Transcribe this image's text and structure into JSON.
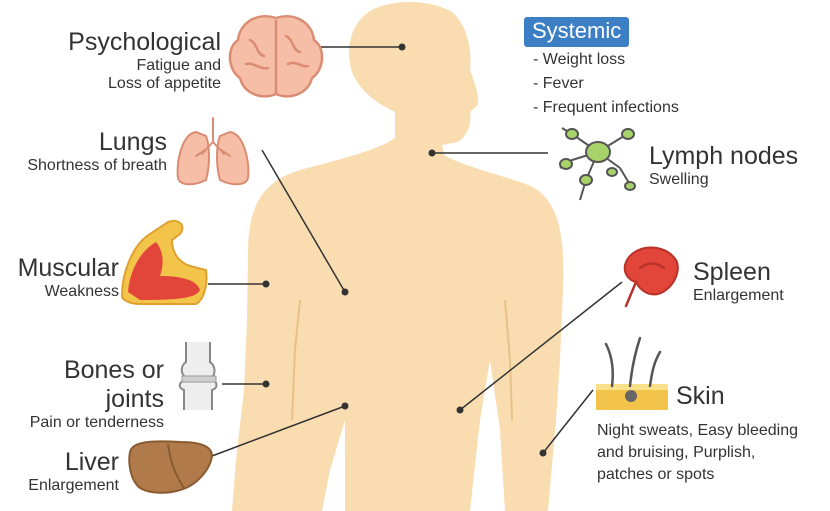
{
  "systemic": {
    "title": "Systemic",
    "items": [
      "- Weight loss",
      "- Fever",
      "- Frequent infections"
    ]
  },
  "labels": {
    "psychological": {
      "title": "Psychological",
      "lines": [
        "Fatigue and",
        "Loss of appetite"
      ]
    },
    "lungs": {
      "title": "Lungs",
      "lines": [
        "Shortness of breath"
      ]
    },
    "muscular": {
      "title": "Muscular",
      "lines": [
        "Weakness"
      ]
    },
    "bones": {
      "title": "Bones or joints",
      "lines": [
        "Pain or tenderness"
      ]
    },
    "liver": {
      "title": "Liver",
      "lines": [
        "Enlargement"
      ]
    },
    "lymph": {
      "title": "Lymph nodes",
      "lines": [
        "Swelling"
      ]
    },
    "spleen": {
      "title": "Spleen",
      "lines": [
        "Enlargement"
      ]
    },
    "skin": {
      "title": "Skin",
      "lines": [
        "Night sweats, Easy bleeding",
        "and bruising, Purplish,",
        "patches or spots"
      ]
    }
  },
  "colors": {
    "body": "#f9ddb0",
    "organ_pink": "#f6bea7",
    "organ_pink_stroke": "#d98c72",
    "muscle_red": "#e2463a",
    "muscle_yellow": "#f2c44a",
    "lymph_green": "#a8d36a",
    "liver_brown": "#b07a4a",
    "accent_blue": "#3d7fc4"
  }
}
